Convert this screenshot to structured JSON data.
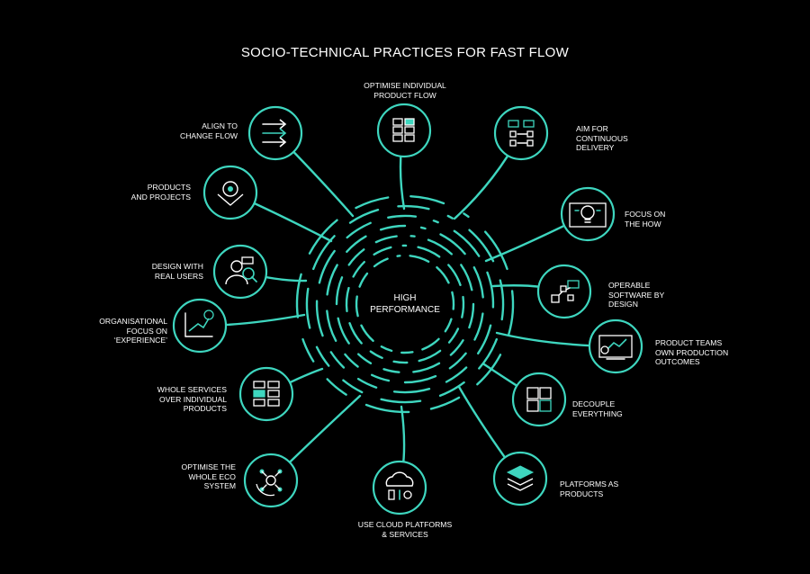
{
  "title": "SOCIO-TECHNICAL PRACTICES FOR FAST FLOW",
  "center": "HIGH\nPERFORMANCE",
  "colors": {
    "accent": "#3ed6bf",
    "background": "#000000",
    "text": "#ffffff"
  },
  "practices": [
    {
      "label": "OPTIMISE INDIVIDUAL\nPRODUCT FLOW",
      "icon": "grid-blocks-icon"
    },
    {
      "label": "AIM FOR\nCONTINUOUS\nDELIVERY",
      "icon": "pipeline-icon"
    },
    {
      "label": "FOCUS ON\nTHE HOW",
      "icon": "lightbulb-icon"
    },
    {
      "label": "OPERABLE\nSOFTWARE BY\nDESIGN",
      "icon": "network-icon"
    },
    {
      "label": "PRODUCT TEAMS\nOWN PRODUCTION\nOUTCOMES",
      "icon": "dashboard-chart-icon"
    },
    {
      "label": "DECOUPLE\nEVERYTHING",
      "icon": "puzzle-icon"
    },
    {
      "label": "PLATFORMS AS\nPRODUCTS",
      "icon": "layers-icon"
    },
    {
      "label": "USE CLOUD PLATFORMS\n& SERVICES",
      "icon": "cloud-devices-icon"
    },
    {
      "label": "OPTIMISE THE\nWHOLE ECO\nSYSTEM",
      "icon": "ecosystem-cycle-icon"
    },
    {
      "label": "WHOLE SERVICES\nOVER INDIVIDUAL\nPRODUCTS",
      "icon": "service-blocks-icon"
    },
    {
      "label": "ORGANISATIONAL\nFOCUS ON\n‘EXPERIENCE’",
      "icon": "smiley-graph-icon"
    },
    {
      "label": "DESIGN WITH\nREAL USERS",
      "icon": "user-search-icon"
    },
    {
      "label": "PRODUCTS\nAND PROJECTS",
      "icon": "gear-box-icon"
    },
    {
      "label": "ALIGN TO\nCHANGE FLOW",
      "icon": "arrows-icon"
    }
  ]
}
